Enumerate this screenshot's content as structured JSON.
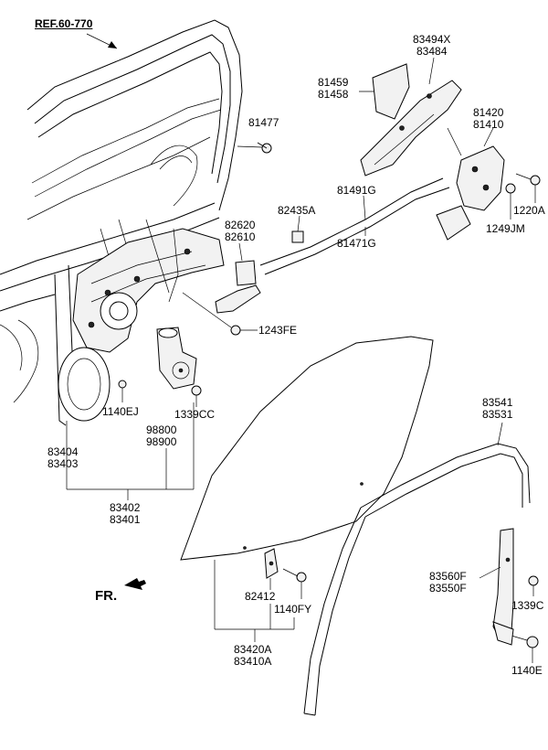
{
  "diagram": {
    "ref_label": "REF.60-770",
    "front_marker": "FR.",
    "callouts": {
      "c81477": "81477",
      "c83494x": "83494X",
      "c83484": "83484",
      "c81459": "81459",
      "c81458": "81458",
      "c81420": "81420",
      "c81410": "81410",
      "c82435a": "82435A",
      "c81491g": "81491G",
      "c81471g": "81471G",
      "c82620": "82620",
      "c82610": "82610",
      "c1220a": "1220A",
      "c1249jm": "1249JM",
      "c1243fe": "1243FE",
      "c1140ej": "1140EJ",
      "c1339cc_a": "1339CC",
      "c98800": "98800",
      "c98900": "98900",
      "c83404": "83404",
      "c83403": "83403",
      "c83402": "83402",
      "c83401": "83401",
      "c83541": "83541",
      "c83531": "83531",
      "c83560f": "83560F",
      "c83550f": "83550F",
      "c1339c_b": "1339C",
      "c1140e": "1140E",
      "c82412": "82412",
      "c1140fy": "1140FY",
      "c83420a": "83420A",
      "c83410a": "83410A"
    }
  }
}
